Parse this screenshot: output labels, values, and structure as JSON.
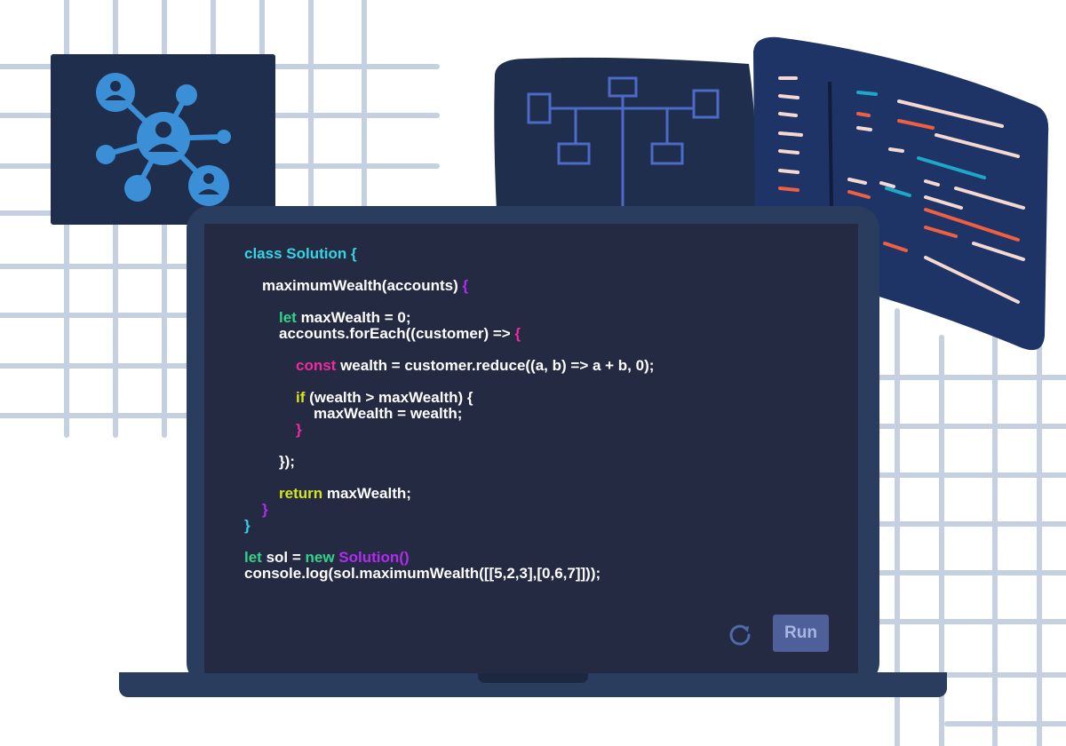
{
  "editor": {
    "lines": [
      [
        {
          "t": "class Solution {",
          "c": "cyan"
        }
      ],
      [
        {
          "t": "maximumWealth(accounts) ",
          "c": "white"
        },
        {
          "t": "{",
          "c": "purple"
        }
      ],
      [
        {
          "t": "let ",
          "c": "green"
        },
        {
          "t": "maxWealth = 0;",
          "c": "white"
        }
      ],
      [
        {
          "t": "accounts.forEach((customer) => ",
          "c": "white"
        },
        {
          "t": "{",
          "c": "pink"
        }
      ],
      [
        {
          "t": "const ",
          "c": "pink"
        },
        {
          "t": "wealth = customer.reduce((a, b) => a + b, 0);",
          "c": "white"
        }
      ],
      [
        {
          "t": "if ",
          "c": "yellow"
        },
        {
          "t": "(wealth > maxWealth) {",
          "c": "white"
        }
      ],
      [
        {
          "t": "maxWealth = wealth;",
          "c": "white"
        }
      ],
      [
        {
          "t": "}",
          "c": "pink"
        }
      ],
      [
        {
          "t": "});",
          "c": "white"
        }
      ],
      [
        {
          "t": "return ",
          "c": "yellow"
        },
        {
          "t": "maxWealth;",
          "c": "white"
        }
      ],
      [
        {
          "t": "}",
          "c": "purple"
        }
      ],
      [
        {
          "t": "}",
          "c": "cyan"
        }
      ],
      [
        {
          "t": "let ",
          "c": "green"
        },
        {
          "t": "sol = ",
          "c": "white"
        },
        {
          "t": "new ",
          "c": "green"
        },
        {
          "t": "Solution()",
          "c": "purple"
        }
      ],
      [
        {
          "t": "console.log(sol.maximumWealth([[5,2,3],[0,6,7]]));",
          "c": "white"
        }
      ]
    ]
  },
  "controls": {
    "run_label": "Run",
    "reset_icon": "refresh-icon"
  },
  "illustrations": {
    "network_icon": "network-users-icon",
    "diagram_icon": "tree-diagram-icon",
    "document_icon": "code-document-icon"
  },
  "colors": {
    "cyan": "#34d4e6",
    "green": "#35d38a",
    "pink": "#f02aa0",
    "purple": "#b22cf0",
    "yellow": "#d6e51f",
    "screen": "#232a42",
    "laptop": "#2b3d5e",
    "run_button": "#4e5f99"
  }
}
